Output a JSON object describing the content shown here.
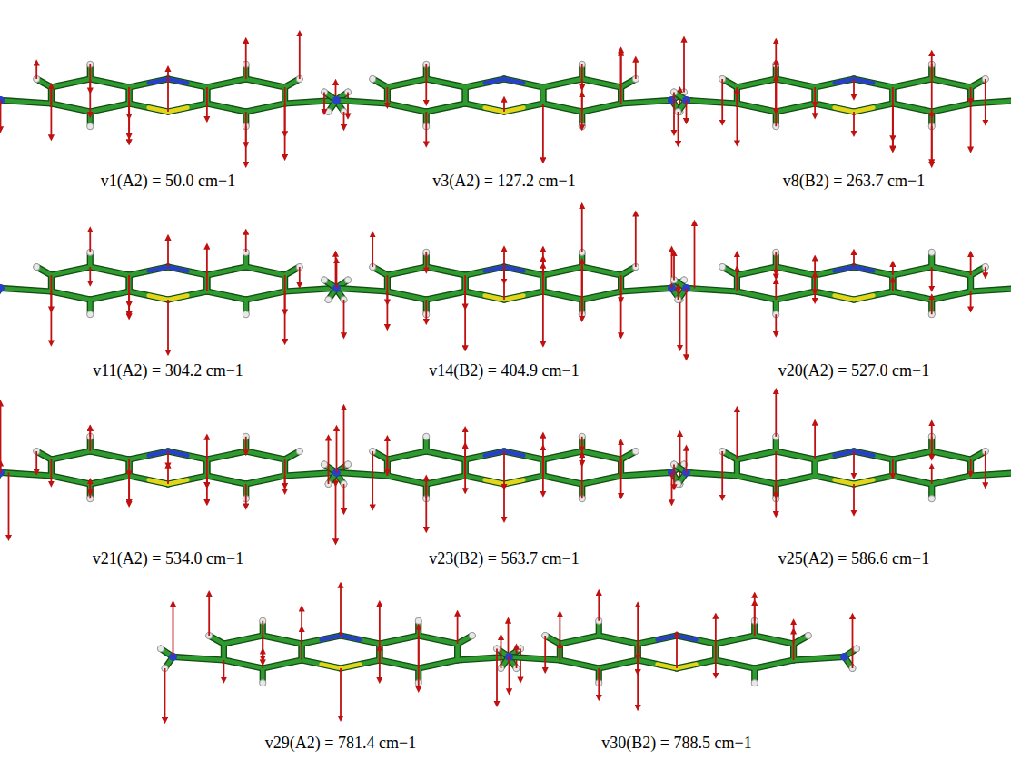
{
  "diagram": {
    "labels": [
      "v1(A2) = 50.0 cm−1",
      "v3(A2) = 127.2 cm−1",
      "v8(B2) = 263.7 cm−1",
      "v11(A2) = 304.2 cm−1",
      "v14(B2) = 404.9 cm−1",
      "v20(A2) = 527.0 cm−1",
      "v21(A2) = 534.0 cm−1",
      "v23(B2) = 563.7 cm−1",
      "v25(A2) = 586.6 cm−1",
      "v29(A2) = 781.4 cm−1",
      "v30(B2) = 788.5 cm−1"
    ]
  }
}
